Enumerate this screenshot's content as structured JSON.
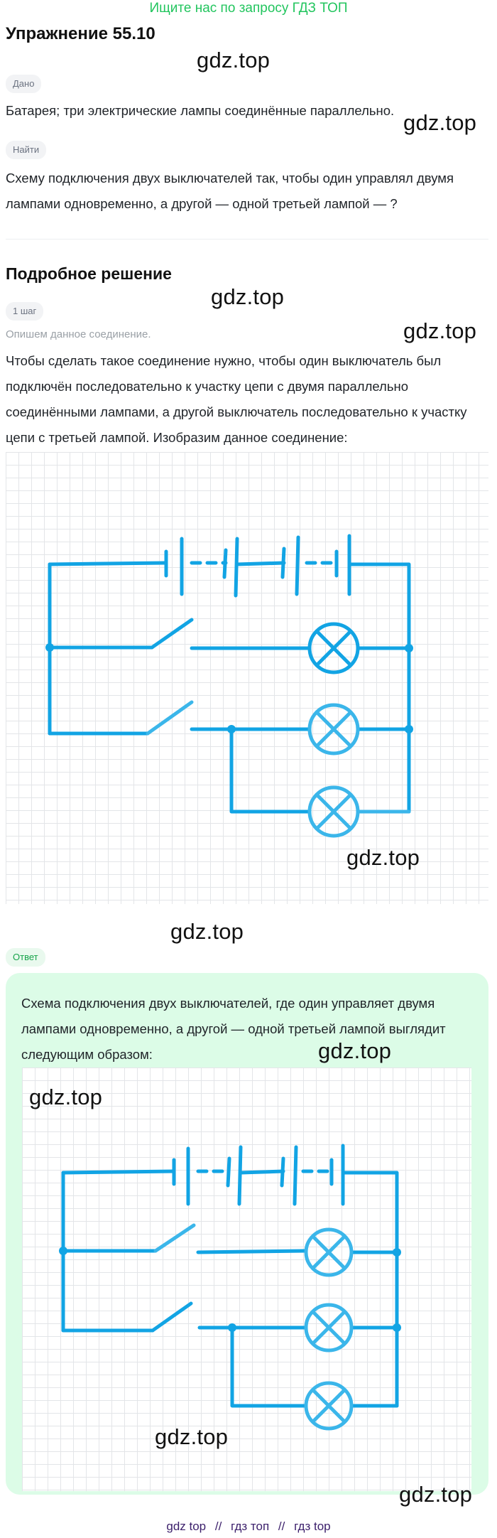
{
  "banner": "Ищите нас по запросу ГДЗ ТОП",
  "title": "Упражнение 55.10",
  "watermark": "gdz.top",
  "given": {
    "label": "Дано",
    "text": "Батарея; три электрические лампы соединённые параллельно."
  },
  "find": {
    "label": "Найти",
    "lines": [
      "Схему подключения двух выключателей так, чтобы один управлял двумя",
      "лампами одновременно, а другой — одной третьей лампой — ?"
    ]
  },
  "solution": {
    "heading": "Подробное решение",
    "step_label": "1 шаг",
    "step_hint": "Опишем данное соединение.",
    "lines": [
      "Чтобы сделать такое соединение нужно, чтобы один выключатель был",
      "подключён последовательно к участку цепи с двумя параллельно",
      "соединёнными лампами, а другой выключатель последовательно к участку",
      "цепи с третьей лампой. Изобразим данное соединение:"
    ]
  },
  "answer": {
    "label": "Ответ",
    "lines": [
      "Схема подключения двух выключателей, где один управляет двумя",
      "лампами одновременно, а другой — одной третьей лампой выглядит",
      "следующим образом:"
    ]
  },
  "footer": {
    "links": [
      "gdz top",
      "гдз топ",
      "гдз top"
    ],
    "separator": "//"
  },
  "colors": {
    "wire": "#12a4e4",
    "wire_light": "#3bb6ea",
    "banner": "#22c55e",
    "answer_bg": "#dcfce7"
  }
}
